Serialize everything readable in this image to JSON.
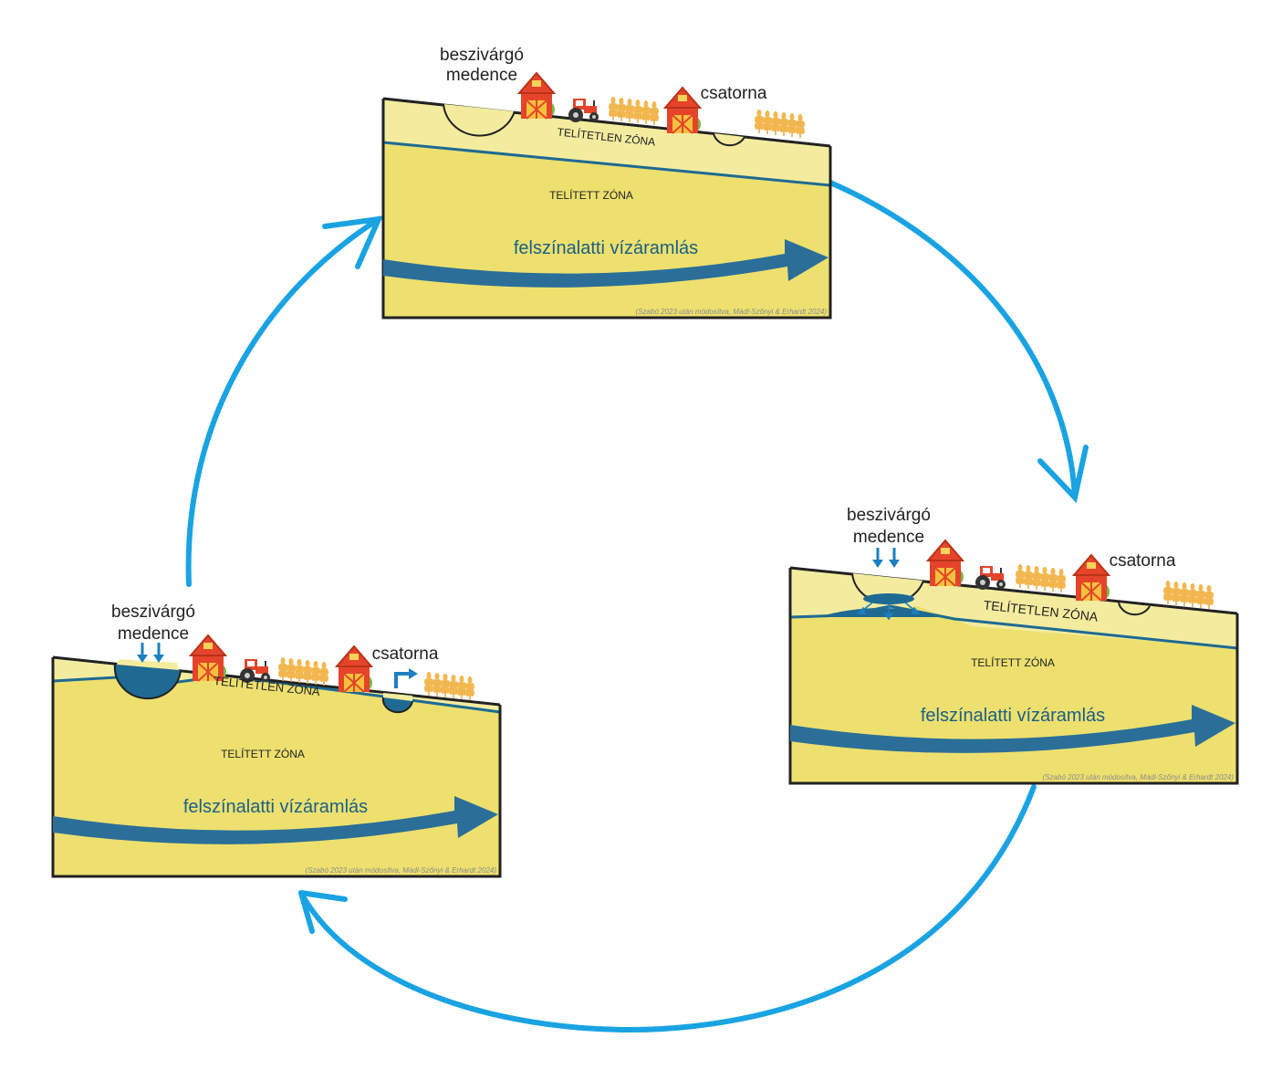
{
  "colors": {
    "cycle_arrow": "#1aa3e3",
    "unsaturated": "#f3ec9f",
    "saturated": "#ede06f",
    "water": "#1e6a93",
    "flow_arrow": "#2b6f98",
    "barn": "#e5442a",
    "wheat": "#f2b84f"
  },
  "panels": [
    {
      "id": "top",
      "basin_label_1": "beszivárgó",
      "basin_label_2": "medence",
      "canal_label": "csatorna",
      "unsat_label": "TELÍTETLEN ZÓNA",
      "sat_label": "TELÍTETT ZÓNA",
      "flow_label": "felszínalatti vízáramlás",
      "credit": "(Szabó 2023 után módosítva, Mádl-Szőnyi & Erhardt 2024)",
      "icons": [
        "barn-icon",
        "tractor-icon",
        "wheat-icon",
        "barn-icon",
        "wheat-icon"
      ]
    },
    {
      "id": "right",
      "basin_label_1": "beszivárgó",
      "basin_label_2": "medence",
      "canal_label": "csatorna",
      "unsat_label": "TELÍTETLEN ZÓNA",
      "sat_label": "TELÍTETT ZÓNA",
      "flow_label": "felszínalatti vízáramlás",
      "credit": "(Szabó 2023 után módosítva, Mádl-Szőnyi & Erhardt 2024)",
      "icons": [
        "down-arrow-icon",
        "barn-icon",
        "tractor-icon",
        "wheat-icon",
        "barn-icon",
        "wheat-icon"
      ]
    },
    {
      "id": "left",
      "basin_label_1": "beszivárgó",
      "basin_label_2": "medence",
      "canal_label": "csatorna",
      "unsat_label": "TELÍTETLEN ZÓNA",
      "sat_label": "TELÍTETT ZÓNA",
      "flow_label": "felszínalatti vízáramlás",
      "credit": "(Szabó 2023 után módosítva, Mádl-Szőnyi & Erhardt 2024)",
      "icons": [
        "down-arrow-icon",
        "barn-icon",
        "tractor-icon",
        "wheat-icon",
        "barn-icon",
        "turn-arrow-icon",
        "wheat-icon"
      ]
    }
  ]
}
